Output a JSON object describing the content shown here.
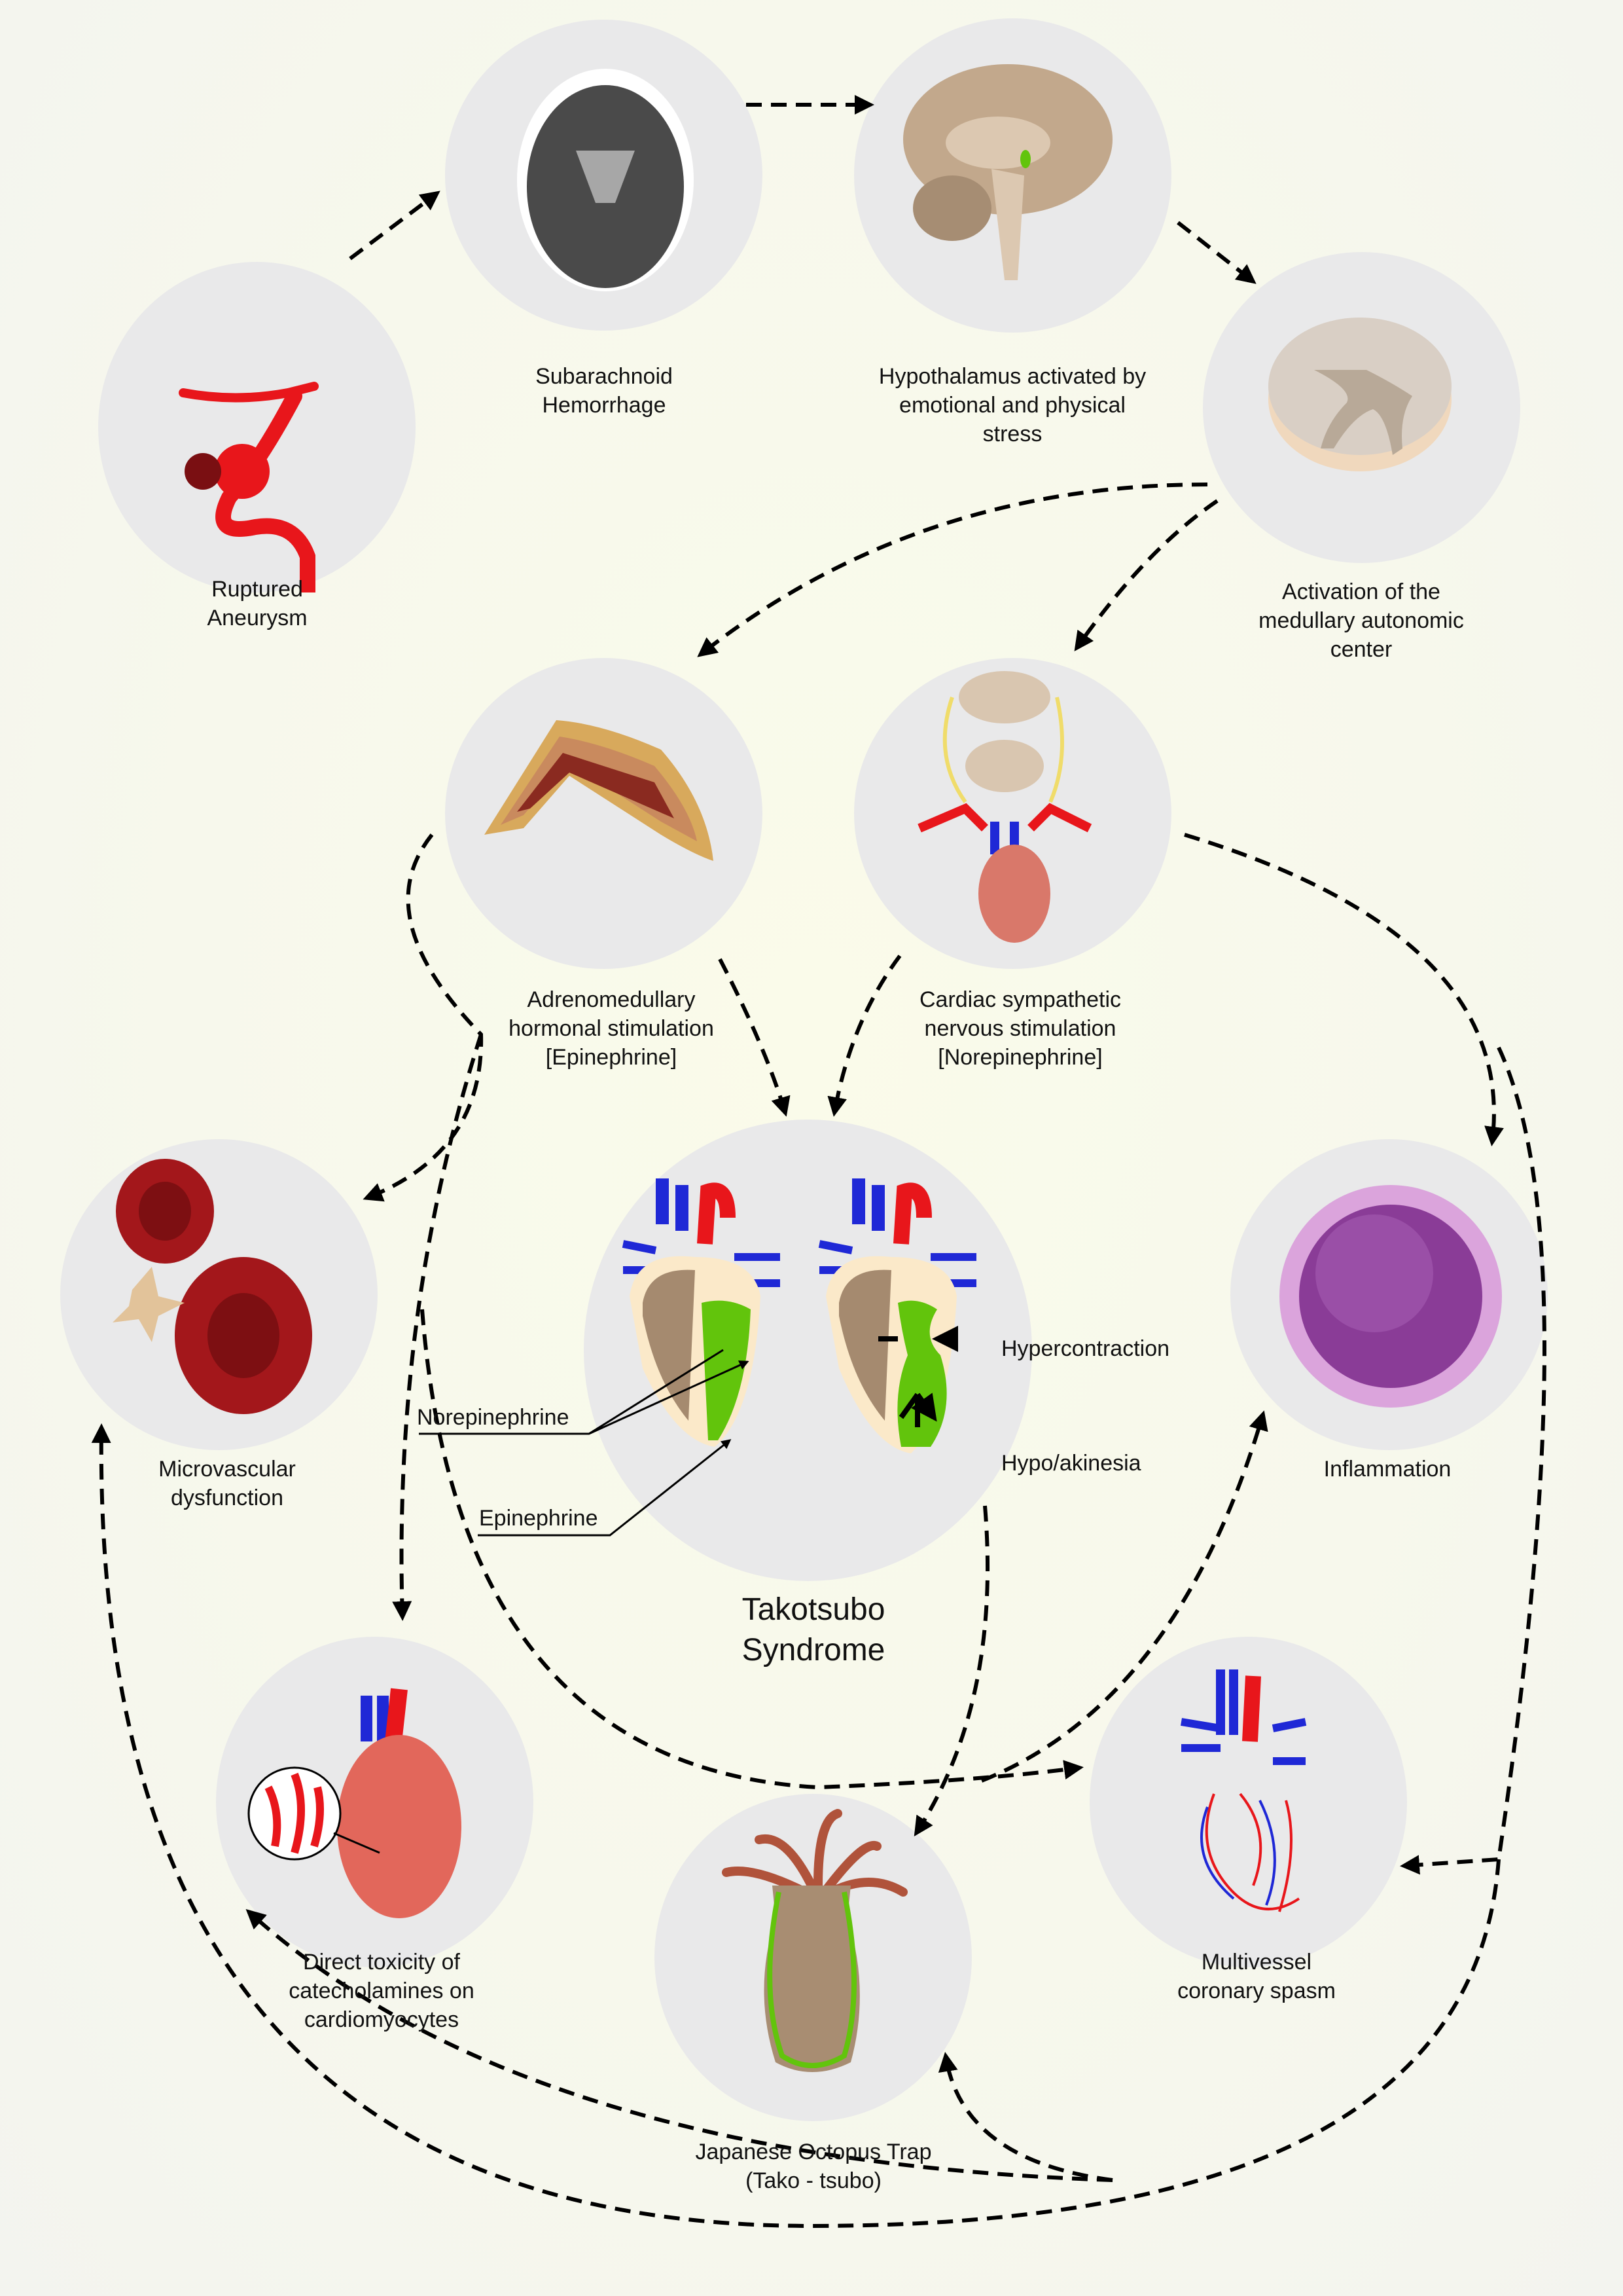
{
  "title": "Takotsubo Syndrome",
  "nodes": {
    "ruptured_aneurysm": {
      "label": "Ruptured\nAneurysm",
      "icon": "aneurysm-icon"
    },
    "subarachnoid_hemorrhage": {
      "label": "Subarachnoid\nHemorrhage",
      "icon": "ct-brain-scan-icon"
    },
    "hypothalamus": {
      "label": "Hypothalamus activated by\nemotional and physical\nstress",
      "icon": "brain-sagittal-icon"
    },
    "medullary_center": {
      "label": "Activation of the\nmedullary autonomic\ncenter",
      "icon": "spinal-cord-section-icon"
    },
    "adrenomedullary": {
      "label": "Adrenomedullary\nhormonal stimulation\n[Epinephrine]",
      "icon": "adrenal-gland-icon"
    },
    "cardiac_sympathetic": {
      "label": "Cardiac sympathetic\nnervous stimulation\n[Norepinephrine]",
      "icon": "sympathetic-heart-icon"
    },
    "microvascular": {
      "label": "Microvascular\ndysfunction",
      "icon": "red-blood-cells-icon"
    },
    "takotsubo": {
      "label": "Takotsubo\nSyndrome",
      "icon": "heart-comparison-icon",
      "annotations": {
        "norepinephrine": "Norepinephrine",
        "epinephrine": "Epinephrine",
        "hypercontraction": "Hypercontraction",
        "hypo_akinesia": "Hypo/akinesia"
      }
    },
    "inflammation": {
      "label": "Inflammation",
      "icon": "leukocyte-icon"
    },
    "direct_toxicity": {
      "label": "Direct toxicity of\ncatecholamines on\ncardiomyocytes",
      "icon": "heart-cardiomyocytes-icon"
    },
    "octopus_trap": {
      "label": "Japanese Octopus Trap\n(Tako - tsubo)",
      "icon": "octopus-pot-icon"
    },
    "coronary_spasm": {
      "label": "Multivessel\ncoronary spasm",
      "icon": "coronary-vessels-icon"
    }
  },
  "colors": {
    "node_bg": "#e9e9ea",
    "artery_red": "#e8161b",
    "vein_blue": "#1f28d6",
    "lv_green": "#62c40c",
    "tissue_tan": "#c9ad8e",
    "arrow": "#000000"
  }
}
